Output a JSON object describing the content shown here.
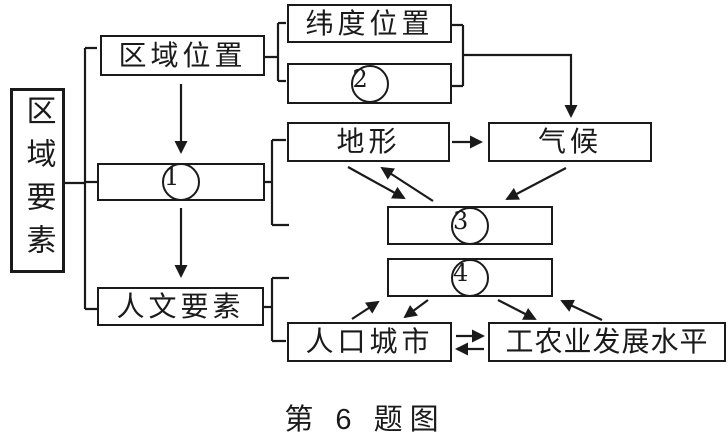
{
  "diagram": {
    "caption": "第 6 题图",
    "colors": {
      "line": "#1a1a1a",
      "background": "#ffffff"
    },
    "nodes": {
      "region_elements": "区域要素",
      "region_location": "区域位置",
      "latitude_location": "纬度位置",
      "terrain": "地形",
      "climate": "气候",
      "human_elements": "人文要素",
      "population_cities": "人口城市",
      "industry_agriculture": "工农业发展水平",
      "circle_1": {
        "symbol": "①",
        "digit": "1"
      },
      "circle_2": {
        "symbol": "②",
        "digit": "2"
      },
      "circle_3": {
        "symbol": "③",
        "digit": "3"
      },
      "circle_4": {
        "symbol": "④",
        "digit": "4"
      }
    },
    "edges": [
      {
        "from": "区域要素",
        "to": "区域位置",
        "type": "bracket"
      },
      {
        "from": "区域要素",
        "to": "①",
        "type": "bracket"
      },
      {
        "from": "区域要素",
        "to": "人文要素",
        "type": "bracket"
      },
      {
        "from": "区域位置",
        "to": "纬度位置",
        "type": "bracket"
      },
      {
        "from": "区域位置",
        "to": "②",
        "type": "bracket"
      },
      {
        "from": "纬度位置,②",
        "to": "气候",
        "type": "arrow"
      },
      {
        "from": "区域位置",
        "to": "①",
        "type": "arrow"
      },
      {
        "from": "①",
        "to": "人文要素",
        "type": "arrow"
      },
      {
        "from": "①",
        "to": "地形",
        "type": "bracket"
      },
      {
        "from": "地形",
        "to": "气候",
        "type": "arrow"
      },
      {
        "from": "地形",
        "to": "③",
        "type": "double-arrow"
      },
      {
        "from": "气候",
        "to": "③",
        "type": "arrow"
      },
      {
        "from": "人文要素",
        "to": "人口城市",
        "type": "bracket"
      },
      {
        "from": "④",
        "to": "人口城市",
        "type": "double-arrow"
      },
      {
        "from": "④",
        "to": "工农业发展水平",
        "type": "double-arrow"
      },
      {
        "from": "人口城市",
        "to": "工农业发展水平",
        "type": "double-arrow"
      }
    ]
  }
}
